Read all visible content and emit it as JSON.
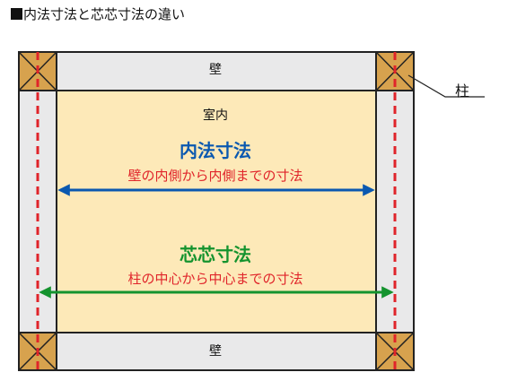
{
  "title": "内法寸法と芯芯寸法の違い",
  "wall_top": "壁",
  "wall_bottom": "壁",
  "room_label": "室内",
  "uchinori": {
    "title": "内法寸法",
    "description": "壁の内側から内側までの寸法",
    "color": "#0a58b0"
  },
  "shinshin": {
    "title": "芯芯寸法",
    "description": "柱の中心から中心までの寸法",
    "color": "#14932e"
  },
  "pillar_label": "柱",
  "colors": {
    "room_fill": "#fde9b8",
    "wall_fill": "#e9e9ea",
    "pillar_fill": "#d7a24e",
    "centerline": "#e0242a",
    "description_text": "#e0242a"
  }
}
